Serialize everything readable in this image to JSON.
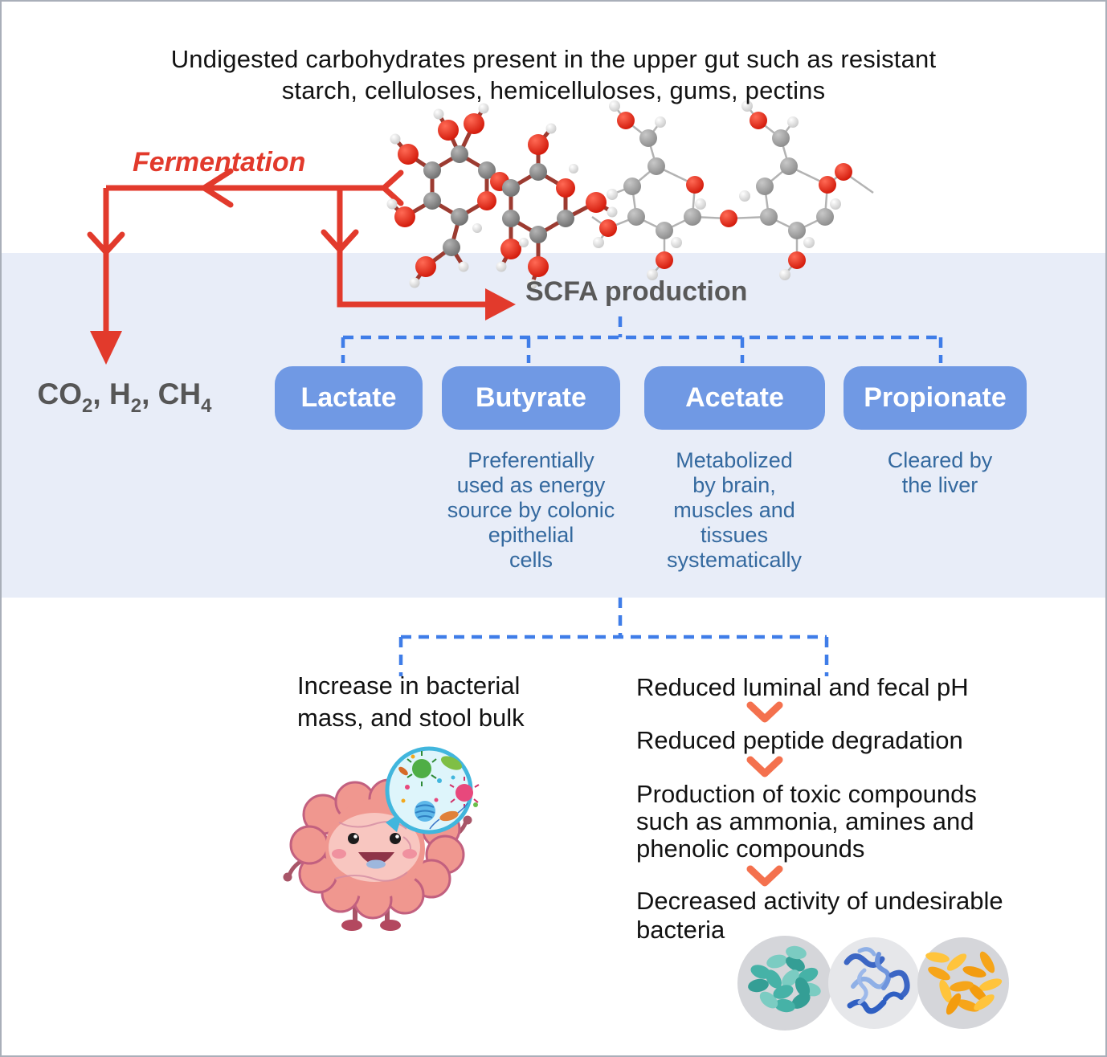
{
  "title": {
    "lines": [
      "Undigested carbohydrates present in the upper gut such as resistant",
      "starch, celluloses, hemicelluloses, gums, pectins"
    ]
  },
  "fermentation": {
    "label": "Fermentation"
  },
  "gases": {
    "g1_base": "CO",
    "g1_sub": "2",
    "comma1": ", ",
    "g2_base": "H",
    "g2_sub": "2",
    "comma2": ", ",
    "g3_base": "CH",
    "g3_sub": "4"
  },
  "scfa": {
    "heading": "SCFA production",
    "items": [
      {
        "label": "Lactate",
        "desc_lines": []
      },
      {
        "label": "Butyrate",
        "desc_lines": [
          "Preferentially",
          "used as energy",
          "source by colonic",
          "epithelial",
          "cells"
        ]
      },
      {
        "label": "Acetate",
        "desc_lines": [
          "Metabolized",
          "by brain,",
          "muscles and",
          "tissues",
          "systematically"
        ]
      },
      {
        "label": "Propionate",
        "desc_lines": [
          "Cleared by",
          "the liver"
        ]
      }
    ]
  },
  "outcomes": {
    "left_lines": [
      "Increase in bacterial",
      "mass, and stool bulk"
    ],
    "cascade": [
      {
        "lines": [
          "Reduced luminal and fecal pH"
        ]
      },
      {
        "lines": [
          "Reduced peptide degradation"
        ]
      },
      {
        "lines": [
          "Production of toxic compounds",
          "such as ammonia, amines and",
          "phenolic compounds"
        ]
      },
      {
        "lines": [
          "Decreased activity of undesirable",
          "bacteria"
        ]
      }
    ]
  },
  "icons": {
    "fermentation_arrow": "red-elbow-arrow",
    "scfa_arrow": "red-right-arrow",
    "upper_branch": "blue-dashed-tree",
    "lower_branch": "blue-dashed-tree",
    "step_arrow": "orange-chevron-down",
    "molecule_left": "ball-and-stick-carbohydrate",
    "molecule_right": "ball-and-stick-cellulose",
    "gut": "cartoon-gut-with-microbiome-magnifier",
    "bacteria_1": "teal-cocci-colony",
    "bacteria_2": "blue-spirochete-colony",
    "bacteria_3": "yellow-rod-colony"
  },
  "colors": {
    "accent_red": "#e23a2c",
    "band_bg": "#e8edf8",
    "pill_blue": "#7099e4",
    "dashed_blue": "#3f7de8",
    "desc_blue": "#34699f",
    "chevron_orange": "#f4714e",
    "heading_gray": "#595959",
    "gas_gray": "#565656",
    "text_black": "#121212"
  }
}
